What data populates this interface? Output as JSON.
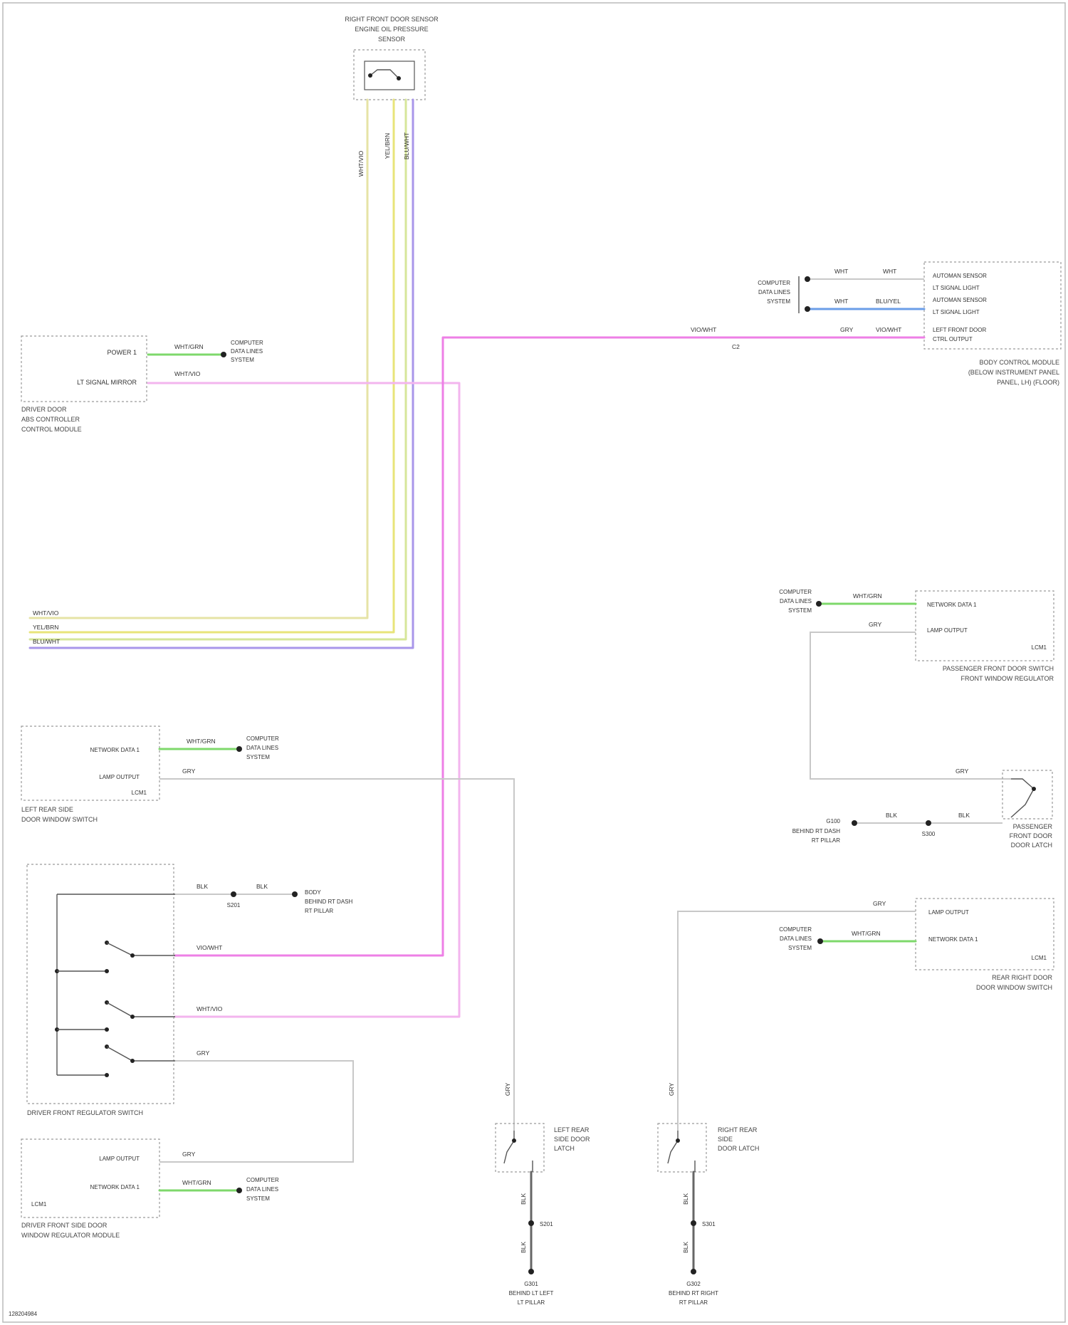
{
  "title": "",
  "colors": {
    "yellow": "#e8e6a0",
    "violet": "#a89be6",
    "pink": "#ee8fe8",
    "pink_light": "#f4b8f0",
    "green": "#7ed86b",
    "blue": "#6b9ee8",
    "gray": "#c8c8c8",
    "black": "#444444"
  },
  "components": {
    "top_switch": {
      "caption_1": "RIGHT FRONT DOOR SENSOR",
      "caption_2": "ENGINE OIL PRESSURE",
      "caption_3": "SENSOR"
    },
    "left_module": {
      "pin1": "POWER 1",
      "pin2": "LT SIGNAL MIRROR",
      "caption_1": "DRIVER DOOR",
      "caption_2": "ABS CONTROLLER",
      "caption_3": "CONTROL MODULE",
      "wire1": "WHT/GRN",
      "wire2": "WHT/VIO",
      "dest": [
        "COMPUTER",
        "DATA LINES",
        "SYSTEM"
      ]
    },
    "bus_labels": [
      "WHT/VIO",
      "YEL/BRN",
      "BLU/WHT"
    ],
    "right_module": {
      "pins": [
        "AUTOMAN SENSOR",
        "LT SIGNAL LIGHT",
        "AUTOMAN SENSOR",
        "LT SIGNAL LIGHT",
        "LEFT FRONT DOOR",
        "CTRL OUTPUT"
      ],
      "caption_1": "BODY CONTROL MODULE",
      "caption_2": "(BELOW INSTRUMENT PANEL",
      "caption_3": "PANEL, LH) (FLOOR)",
      "wires": [
        "WHT",
        "WHT",
        "WHT",
        "BLU/YEL",
        "GRY",
        "VIO/WHT"
      ],
      "dest": [
        "COMPUTER",
        "DATA LINES",
        "SYSTEM"
      ],
      "mid_wire": "VIO/WHT",
      "conn": "C2"
    },
    "pass_door": {
      "pin1": "NETWORK DATA 1",
      "pin2": "LAMP OUTPUT",
      "side": "LCM1",
      "caption_1": "PASSENGER FRONT DOOR SWITCH",
      "caption_2": "FRONT WINDOW REGULATOR",
      "wire1": "WHT/GRN",
      "wire2": "GRY",
      "dest": [
        "COMPUTER",
        "DATA LINES",
        "SYSTEM"
      ]
    },
    "right_latch": {
      "caption": [
        "PASSENGER",
        "FRONT DOOR",
        "DOOR LATCH"
      ],
      "wire1": "GRY",
      "wire2": "BLK",
      "wire3": "BLK",
      "ground": "G100",
      "gnd_caption": [
        "BEHIND RT DASH",
        "RT PILLAR"
      ],
      "splice": "S300"
    },
    "rear_right_switch": {
      "pin1": "LAMP OUTPUT",
      "pin2": "NETWORK DATA 1",
      "side": "LCM1",
      "caption_1": "REAR RIGHT DOOR",
      "caption_2": "DOOR WINDOW SWITCH",
      "wire1": "GRY",
      "wire2": "WHT/GRN",
      "dest": [
        "COMPUTER",
        "DATA LINES",
        "SYSTEM"
      ]
    },
    "left_rear_switch": {
      "pin1": "NETWORK DATA 1",
      "pin2": "LAMP OUTPUT",
      "side": "LCM1",
      "caption_1": "LEFT REAR SIDE",
      "caption_2": "DOOR WINDOW SWITCH",
      "wire1": "WHT/GRN",
      "wire2": "GRY",
      "dest": [
        "COMPUTER",
        "DATA LINES",
        "SYSTEM"
      ]
    },
    "master_switch": {
      "caption": "DRIVER FRONT REGULATOR SWITCH",
      "wire_top": "BLK",
      "wire_top2": "BLK",
      "splice": "S201",
      "gnd_caption": [
        "BODY",
        "BEHIND RT DASH",
        "RT PILLAR"
      ],
      "wire_pink": "VIO/WHT",
      "wire_pink2": "WHT/VIO",
      "wire_gray": "GRY"
    },
    "driver_door_module": {
      "pin1": "LAMP OUTPUT",
      "pin2": "NETWORK DATA 1",
      "side": "LCM1",
      "caption_1": "DRIVER FRONT SIDE DOOR",
      "caption_2": "WINDOW REGULATOR MODULE",
      "wire1": "GRY",
      "wire2": "WHT/GRN",
      "dest": [
        "COMPUTER",
        "DATA LINES",
        "SYSTEM"
      ]
    },
    "left_rear_latch": {
      "caption": [
        "LEFT REAR",
        "SIDE DOOR",
        "LATCH"
      ],
      "wire_top": "GRY",
      "wire_mid": "BLK",
      "wire_bot": "BLK",
      "splice": "S201",
      "ground": "G301",
      "gnd_caption": [
        "BEHIND LT LEFT",
        "LT PILLAR"
      ]
    },
    "right_rear_latch": {
      "caption": [
        "RIGHT REAR",
        "SIDE",
        "DOOR LATCH"
      ],
      "wire_top": "GRY",
      "wire_mid": "BLK",
      "wire_bot": "BLK",
      "splice": "S301",
      "ground": "G302",
      "gnd_caption": [
        "BEHIND RT RIGHT",
        "RT PILLAR"
      ]
    },
    "footer": "128204984"
  }
}
